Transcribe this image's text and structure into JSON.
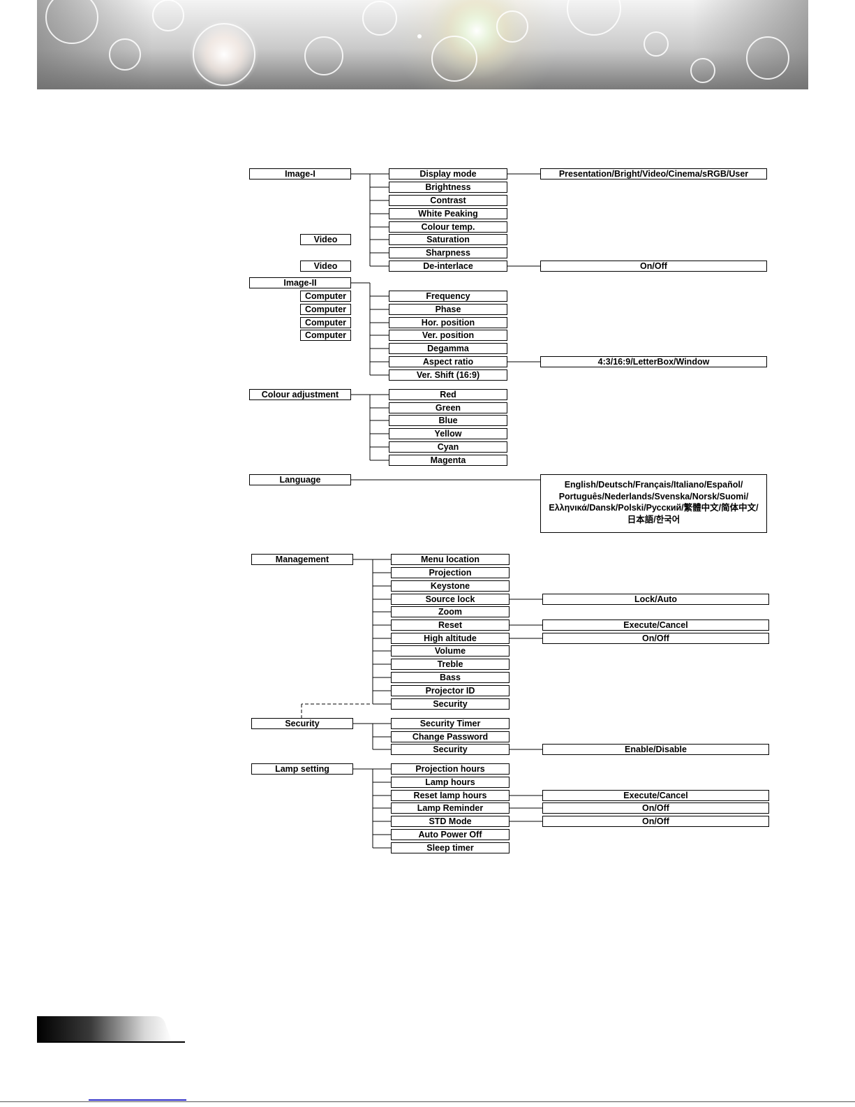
{
  "colors": {
    "line": "#000000",
    "box_fill": "#ffffff",
    "box_border": "#000000"
  },
  "banner": {
    "icon": "bokeh-circles-banner"
  },
  "tree": {
    "roots": [
      {
        "id": "image1",
        "label": "Image-I"
      },
      {
        "id": "image2",
        "label": "Image-II"
      },
      {
        "id": "colour",
        "label": "Colour adjustment"
      },
      {
        "id": "language",
        "label": "Language"
      },
      {
        "id": "management",
        "label": "Management"
      },
      {
        "id": "security",
        "label": "Security"
      },
      {
        "id": "lamp",
        "label": "Lamp setting"
      }
    ],
    "tags": [
      {
        "id": "tag-video-saturation",
        "label": "Video"
      },
      {
        "id": "tag-video-deinterlace",
        "label": "Video"
      },
      {
        "id": "tag-computer-frequency",
        "label": "Computer"
      },
      {
        "id": "tag-computer-phase",
        "label": "Computer"
      },
      {
        "id": "tag-computer-hor",
        "label": "Computer"
      },
      {
        "id": "tag-computer-ver",
        "label": "Computer"
      }
    ],
    "items": [
      {
        "id": "display-mode",
        "label": "Display mode",
        "parent": "image1"
      },
      {
        "id": "brightness",
        "label": "Brightness",
        "parent": "image1"
      },
      {
        "id": "contrast",
        "label": "Contrast",
        "parent": "image1"
      },
      {
        "id": "white-peaking",
        "label": "White Peaking",
        "parent": "image1"
      },
      {
        "id": "colour-temp",
        "label": "Colour temp.",
        "parent": "image1"
      },
      {
        "id": "saturation",
        "label": "Saturation",
        "parent": "image1"
      },
      {
        "id": "sharpness",
        "label": "Sharpness",
        "parent": "image1"
      },
      {
        "id": "de-interlace",
        "label": "De-interlace",
        "parent": "image1"
      },
      {
        "id": "frequency",
        "label": "Frequency",
        "parent": "image2"
      },
      {
        "id": "phase",
        "label": "Phase",
        "parent": "image2"
      },
      {
        "id": "hor-position",
        "label": "Hor. position",
        "parent": "image2"
      },
      {
        "id": "ver-position",
        "label": "Ver. position",
        "parent": "image2"
      },
      {
        "id": "degamma",
        "label": "Degamma",
        "parent": "image2"
      },
      {
        "id": "aspect-ratio",
        "label": "Aspect ratio",
        "parent": "image2"
      },
      {
        "id": "ver-shift",
        "label": "Ver. Shift (16:9)",
        "parent": "image2"
      },
      {
        "id": "red",
        "label": "Red",
        "parent": "colour"
      },
      {
        "id": "green",
        "label": "Green",
        "parent": "colour"
      },
      {
        "id": "blue",
        "label": "Blue",
        "parent": "colour"
      },
      {
        "id": "yellow",
        "label": "Yellow",
        "parent": "colour"
      },
      {
        "id": "cyan",
        "label": "Cyan",
        "parent": "colour"
      },
      {
        "id": "magenta",
        "label": "Magenta",
        "parent": "colour"
      },
      {
        "id": "menu-location",
        "label": "Menu location",
        "parent": "management"
      },
      {
        "id": "projection",
        "label": "Projection",
        "parent": "management"
      },
      {
        "id": "keystone",
        "label": "Keystone",
        "parent": "management"
      },
      {
        "id": "source-lock",
        "label": "Source lock",
        "parent": "management"
      },
      {
        "id": "zoom",
        "label": "Zoom",
        "parent": "management"
      },
      {
        "id": "reset",
        "label": "Reset",
        "parent": "management"
      },
      {
        "id": "high-altitude",
        "label": "High altitude",
        "parent": "management"
      },
      {
        "id": "volume",
        "label": "Volume",
        "parent": "management"
      },
      {
        "id": "treble",
        "label": "Treble",
        "parent": "management"
      },
      {
        "id": "bass",
        "label": "Bass",
        "parent": "management"
      },
      {
        "id": "projector-id",
        "label": "Projector ID",
        "parent": "management"
      },
      {
        "id": "security-item",
        "label": "Security",
        "parent": "management"
      },
      {
        "id": "security-timer",
        "label": "Security Timer",
        "parent": "security"
      },
      {
        "id": "change-password",
        "label": "Change Password",
        "parent": "security"
      },
      {
        "id": "security-sub",
        "label": "Security",
        "parent": "security"
      },
      {
        "id": "projection-hours",
        "label": "Projection hours",
        "parent": "lamp"
      },
      {
        "id": "lamp-hours",
        "label": "Lamp hours",
        "parent": "lamp"
      },
      {
        "id": "reset-lamp-hours",
        "label": "Reset lamp hours",
        "parent": "lamp"
      },
      {
        "id": "lamp-reminder",
        "label": "Lamp Reminder",
        "parent": "lamp"
      },
      {
        "id": "std-mode",
        "label": "STD Mode",
        "parent": "lamp"
      },
      {
        "id": "auto-power-off",
        "label": "Auto Power Off",
        "parent": "lamp"
      },
      {
        "id": "sleep-timer",
        "label": "Sleep timer",
        "parent": "lamp"
      }
    ],
    "options": [
      {
        "id": "opt-display-mode",
        "label": "Presentation/Bright/Video/Cinema/sRGB/User",
        "parent": "display-mode"
      },
      {
        "id": "opt-de-interlace",
        "label": "On/Off",
        "parent": "de-interlace"
      },
      {
        "id": "opt-aspect-ratio",
        "label": "4:3/16:9/LetterBox/Window",
        "parent": "aspect-ratio"
      },
      {
        "id": "opt-language",
        "parent": "language",
        "lines": [
          "English/Deutsch/Français/Italiano/Español/",
          "Português/Nederlands/Svenska/Norsk/Suomi/",
          "Ελληνικά/Dansk/Polski/Русский/繁體中文/简体中文/",
          "日本語/한국어"
        ]
      },
      {
        "id": "opt-source-lock",
        "label": "Lock/Auto",
        "parent": "source-lock"
      },
      {
        "id": "opt-reset",
        "label": "Execute/Cancel",
        "parent": "reset"
      },
      {
        "id": "opt-high-altitude",
        "label": "On/Off",
        "parent": "high-altitude"
      },
      {
        "id": "opt-security",
        "label": "Enable/Disable",
        "parent": "security-sub"
      },
      {
        "id": "opt-reset-lamp-hours",
        "label": "Execute/Cancel",
        "parent": "reset-lamp-hours"
      },
      {
        "id": "opt-lamp-reminder",
        "label": "On/Off",
        "parent": "lamp-reminder"
      },
      {
        "id": "opt-std-mode",
        "label": "On/Off",
        "parent": "std-mode"
      }
    ]
  }
}
